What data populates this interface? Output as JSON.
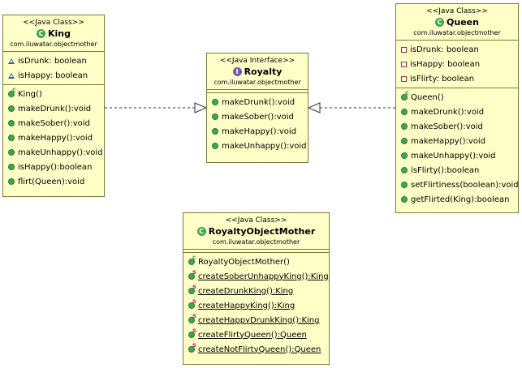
{
  "king": {
    "stereotype": "<<Java Class>>",
    "name": "King",
    "package": "com.iluwatar.objectmother",
    "fields": [
      {
        "text": "isDrunk: boolean",
        "icon": "package-field-icon"
      },
      {
        "text": "isHappy: boolean",
        "icon": "package-field-icon"
      }
    ],
    "methods": [
      {
        "text": "King()",
        "icon": "constructor-icon"
      },
      {
        "text": "makeDrunk():void",
        "icon": "public-method-icon"
      },
      {
        "text": "makeSober():void",
        "icon": "public-method-icon"
      },
      {
        "text": "makeHappy():void",
        "icon": "public-method-icon"
      },
      {
        "text": "makeUnhappy():void",
        "icon": "public-method-icon"
      },
      {
        "text": "isHappy():boolean",
        "icon": "public-method-icon"
      },
      {
        "text": "flirt(Queen):void",
        "icon": "public-method-icon"
      }
    ]
  },
  "royalty": {
    "stereotype": "<<Java Interface>>",
    "name": "Royalty",
    "package": "com.iluwatar.objectmother",
    "methods": [
      {
        "text": "makeDrunk():void",
        "icon": "public-method-icon"
      },
      {
        "text": "makeSober():void",
        "icon": "public-method-icon"
      },
      {
        "text": "makeHappy():void",
        "icon": "public-method-icon"
      },
      {
        "text": "makeUnhappy():void",
        "icon": "public-method-icon"
      }
    ]
  },
  "queen": {
    "stereotype": "<<Java Class>>",
    "name": "Queen",
    "package": "com.iluwatar.objectmother",
    "fields": [
      {
        "text": "isDrunk: boolean",
        "icon": "private-field-icon"
      },
      {
        "text": "isHappy: boolean",
        "icon": "private-field-icon"
      },
      {
        "text": "isFlirty: boolean",
        "icon": "private-field-icon"
      }
    ],
    "methods": [
      {
        "text": "Queen()",
        "icon": "constructor-icon"
      },
      {
        "text": "makeDrunk():void",
        "icon": "public-method-icon"
      },
      {
        "text": "makeSober():void",
        "icon": "public-method-icon"
      },
      {
        "text": "makeHappy():void",
        "icon": "public-method-icon"
      },
      {
        "text": "makeUnhappy():void",
        "icon": "public-method-icon"
      },
      {
        "text": "isFlirty():boolean",
        "icon": "public-method-icon"
      },
      {
        "text": "setFlirtiness(boolean):void",
        "icon": "public-method-icon"
      },
      {
        "text": "getFlirted(King):boolean",
        "icon": "public-method-icon"
      }
    ]
  },
  "mother": {
    "stereotype": "<<Java Class>>",
    "name": "RoyaltyObjectMother",
    "package": "com.iluwatar.objectmother",
    "methods": [
      {
        "text": "RoyaltyObjectMother()",
        "icon": "constructor-icon"
      },
      {
        "text": "createSoberUnhappyKing():King",
        "icon": "static-method-icon"
      },
      {
        "text": "createDrunkKing():King",
        "icon": "static-method-icon"
      },
      {
        "text": "createHappyKing():King",
        "icon": "static-method-icon"
      },
      {
        "text": "createHappyDrunkKing():King",
        "icon": "static-method-icon"
      },
      {
        "text": "createFlirtyQueen():Queen",
        "icon": "static-method-icon"
      },
      {
        "text": "createNotFlirtyQueen():Queen",
        "icon": "static-method-icon"
      }
    ]
  },
  "colors": {
    "box_fill": "#ffffc8",
    "box_border": "#7a7a36",
    "public_icon": "#3fa64b",
    "private_icon": "#b52a2a",
    "package_icon": "#2d5fa8",
    "interface_icon": "#7a55b5"
  }
}
